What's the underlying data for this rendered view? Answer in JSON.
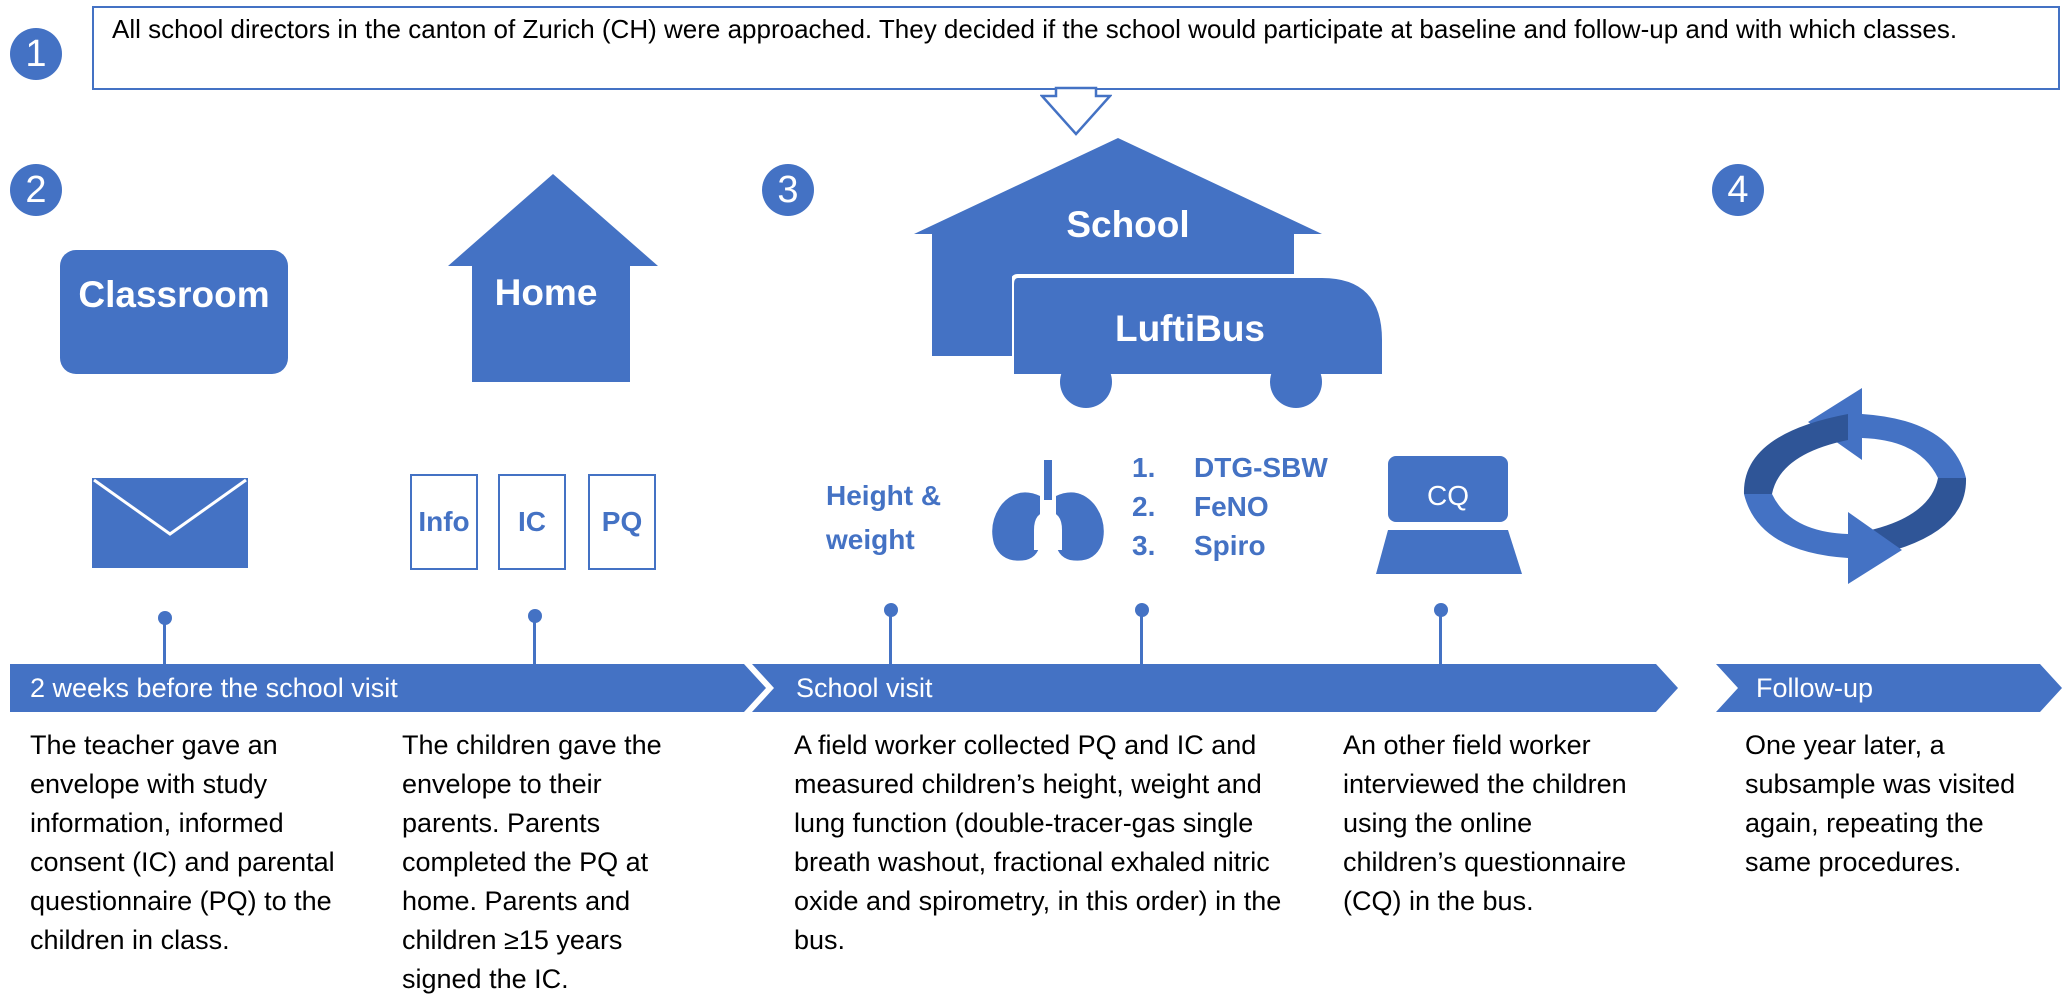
{
  "colors": {
    "accent": "#4472C4",
    "accent_dark": "#2F5597",
    "text": "#000000"
  },
  "top_box": {
    "text": "All school directors in the canton of Zurich (CH) were approached. They decided if the school would participate at baseline and follow-up and with which classes."
  },
  "steps": {
    "s1": "1",
    "s2": "2",
    "s3": "3",
    "s4": "4"
  },
  "locations": {
    "classroom": "Classroom",
    "home": "Home",
    "school": "School",
    "bus": "LuftiBus"
  },
  "icons": {
    "envelope": "envelope-icon",
    "documents": [
      "Info",
      "IC",
      "PQ"
    ],
    "height_weight": "Height & weight",
    "lungs": "lungs-icon",
    "laptop_label": "CQ",
    "cycle": "cycle-arrows-icon"
  },
  "procedures": [
    {
      "num": "1.",
      "name": "DTG-SBW"
    },
    {
      "num": "2.",
      "name": "FeNO"
    },
    {
      "num": "3.",
      "name": "Spiro"
    }
  ],
  "timeline": {
    "phase1": "2 weeks before the school visit",
    "phase2": "School visit",
    "phase3": "Follow-up"
  },
  "descriptions": {
    "teacher": "The teacher gave an envelope with study information, informed consent (IC) and parental questionnaire (PQ) to the children in class.",
    "children": "The children gave the envelope to their parents. Parents completed the PQ at home. Parents and children ≥15 years signed the IC.",
    "fieldworker": "A field worker collected PQ and IC and measured children’s height, weight and lung function (double-tracer-gas single breath washout, fractional exhaled nitric oxide and spirometry, in this order) in the bus.",
    "interview": "An other field worker interviewed the children using the online children’s questionnaire (CQ) in the bus.",
    "followup": "One year later, a subsample was visited again, repeating the same procedures."
  }
}
